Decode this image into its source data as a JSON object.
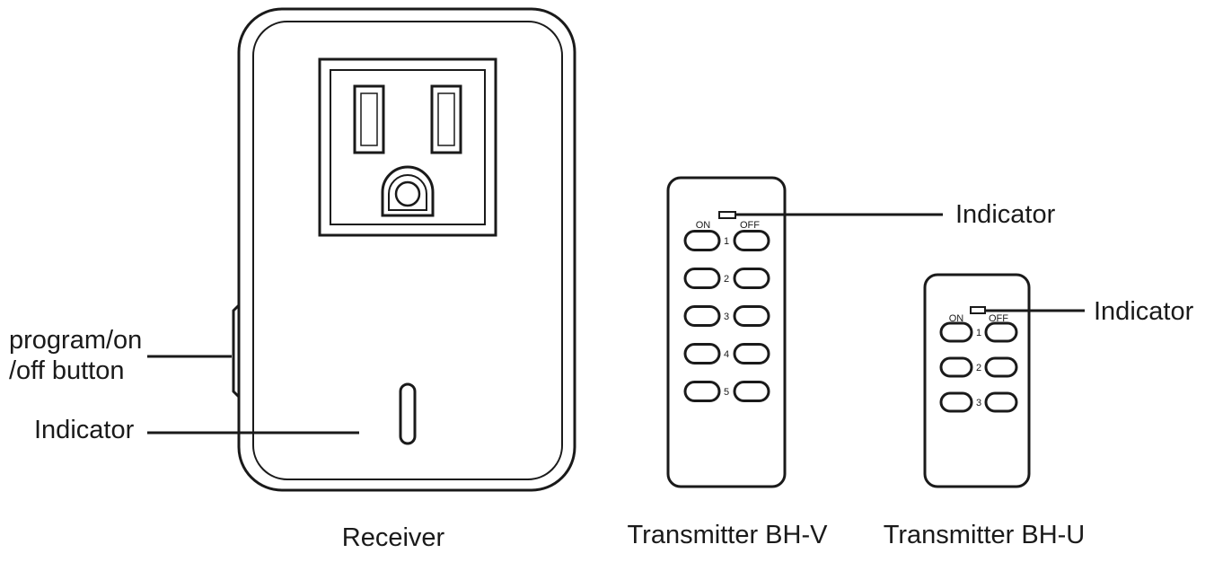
{
  "receiver": {
    "title": "Receiver",
    "callouts": {
      "program_button_line1": "program/on",
      "program_button_line2": "/off button",
      "indicator": "Indicator"
    }
  },
  "transmitter_v": {
    "title": "Transmitter BH-V",
    "on_label": "ON",
    "off_label": "OFF",
    "indicator_label": "Indicator",
    "channels": [
      "1",
      "2",
      "3",
      "4",
      "5"
    ]
  },
  "transmitter_u": {
    "title": "Transmitter BH-U",
    "on_label": "ON",
    "off_label": "OFF",
    "indicator_label": "Indicator",
    "channels": [
      "1",
      "2",
      "3"
    ]
  },
  "colors": {
    "ink": "#1a1a1a",
    "background": "#ffffff"
  }
}
